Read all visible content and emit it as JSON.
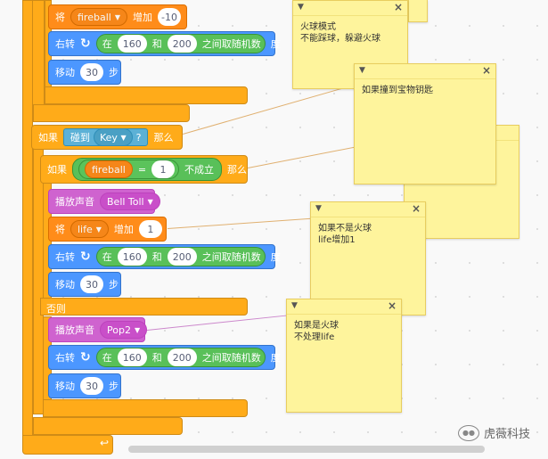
{
  "blocks": {
    "change_fireball": {
      "label_set": "将",
      "var": "fireball",
      "label_change": "增加",
      "value": "-10"
    },
    "turn1": {
      "label": "右转",
      "label_in": "在",
      "min": "160",
      "and": "和",
      "max": "200",
      "random": "之间取随机数",
      "unit": "度"
    },
    "move1": {
      "label": "移动",
      "value": "30",
      "unit": "步"
    },
    "if_key": {
      "if_label": "如果",
      "touch": "碰到",
      "target": "Key",
      "question": "?",
      "then": "那么"
    },
    "if_fireball": {
      "if_label": "如果",
      "var": "fireball",
      "eq": "=",
      "value": "1",
      "not_hold": "不成立",
      "then": "那么"
    },
    "play_bell": {
      "label": "播放声音",
      "sound": "Bell Toll"
    },
    "change_life": {
      "label_set": "将",
      "var": "life",
      "label_change": "增加",
      "value": "1"
    },
    "turn2": {
      "label": "右转",
      "label_in": "在",
      "min": "160",
      "and": "和",
      "max": "200",
      "random": "之间取随机数",
      "unit": "度"
    },
    "move2": {
      "label": "移动",
      "value": "30",
      "unit": "步"
    },
    "else_label": "否则",
    "play_pop": {
      "label": "播放声音",
      "sound": "Pop2"
    },
    "turn3": {
      "label": "右转",
      "label_in": "在",
      "min": "160",
      "and": "和",
      "max": "200",
      "random": "之间取随机数",
      "unit": "度"
    },
    "move3": {
      "label": "移动",
      "value": "30",
      "unit": "步"
    }
  },
  "notes": [
    {
      "text": "火球模式\n不能踩球，躲避火球"
    },
    {
      "text": "如果撞到宝物钥匙"
    },
    {
      "text": "如果不是火球\nlife增加1"
    },
    {
      "text": "如果是火球\n不处理life"
    }
  ],
  "watermark": "虎薇科技",
  "colors": {
    "control": "#ffab19",
    "variables": "#ff8c1a",
    "motion": "#4c97ff",
    "sound": "#cf63cf",
    "operators": "#59c059",
    "sensing": "#5cb1d6",
    "note": "#fef49c"
  }
}
